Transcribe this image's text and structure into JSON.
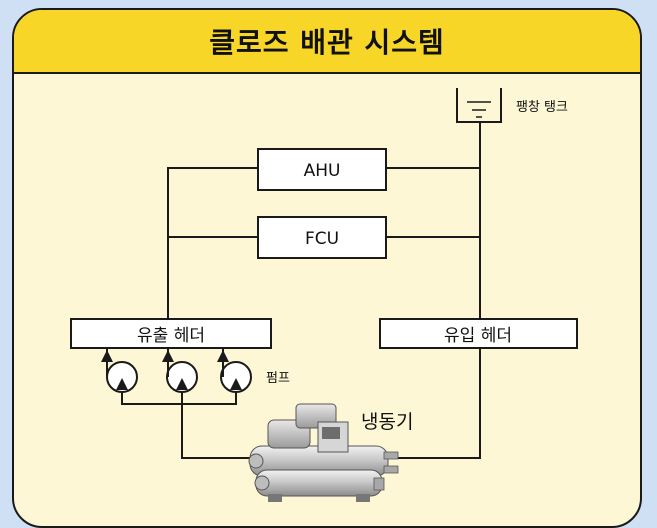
{
  "title": "클로즈 배관 시스템",
  "diagram": {
    "expansion_tank_label": "팽창 탱크",
    "ahu_label": "AHU",
    "fcu_label": "FCU",
    "supply_header_label": "유출 헤더",
    "return_header_label": "유입 헤더",
    "pump_label": "펌프",
    "chiller_label": "냉동기"
  },
  "colors": {
    "background": "#cfe0f5",
    "panel": "#fdf7d6",
    "title_bar": "#f7d627",
    "line": "#1a1a1a"
  }
}
